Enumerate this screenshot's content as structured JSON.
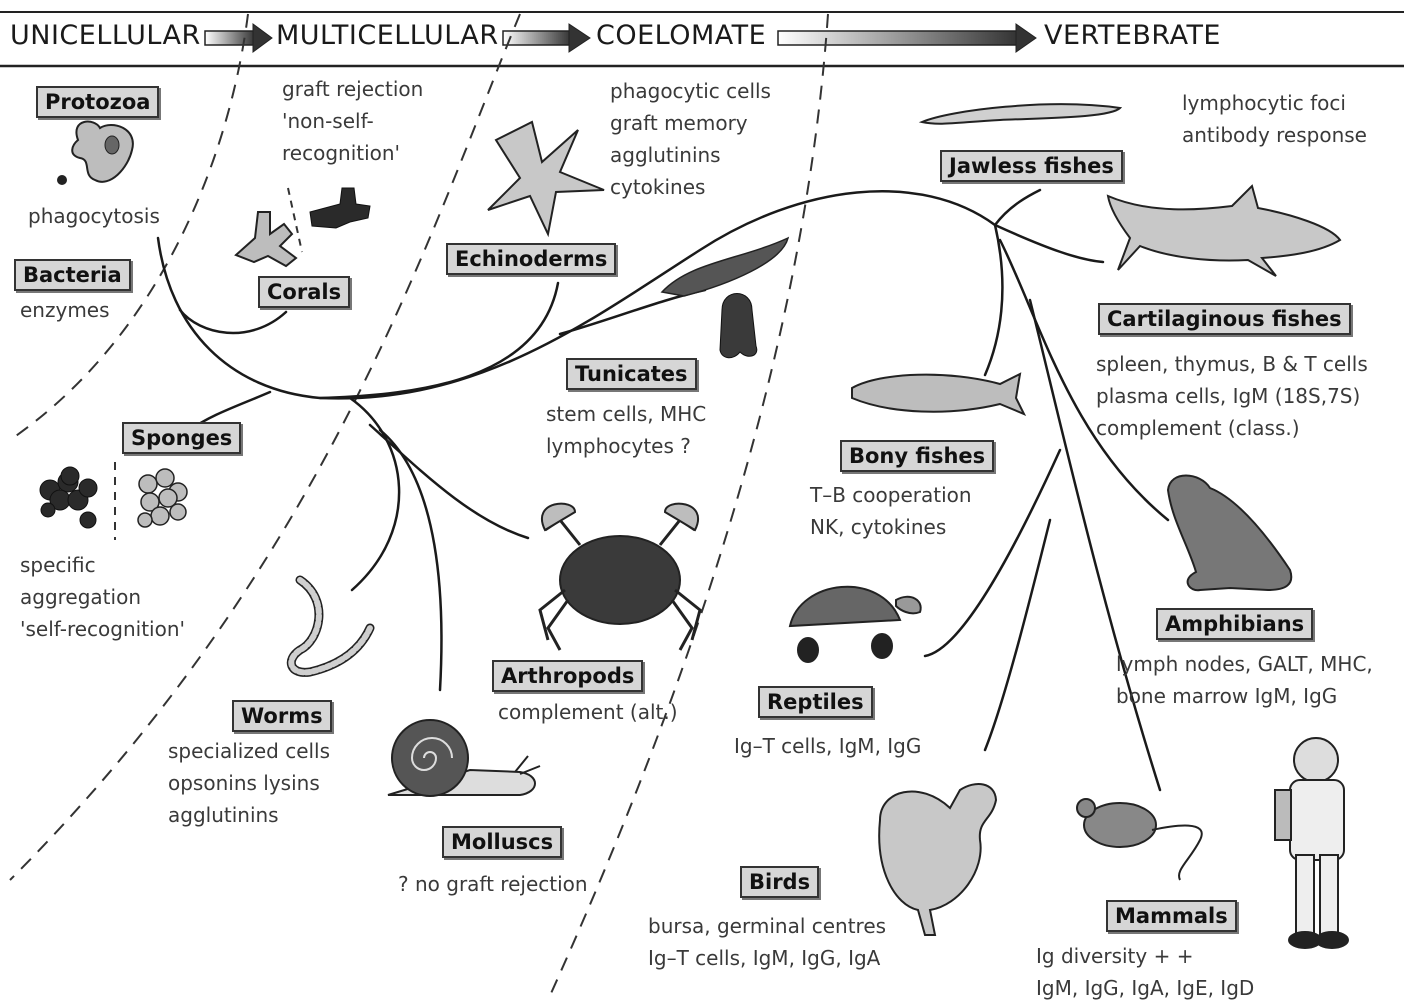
{
  "stages": [
    "UNICELLULAR",
    "MULTICELLULAR",
    "COELOMATE",
    "VERTEBRATE"
  ],
  "groups": {
    "protozoa": "Protozoa",
    "bacteria": "Bacteria",
    "sponges": "Sponges",
    "corals": "Corals",
    "worms": "Worms",
    "molluscs": "Molluscs",
    "echinoderms": "Echinoderms",
    "tunicates": "Tunicates",
    "arthropods": "Arthropods",
    "jawless": "Jawless fishes",
    "cartilaginous": "Cartilaginous fishes",
    "bony": "Bony fishes",
    "amphibians": "Amphibians",
    "reptiles": "Reptiles",
    "birds": "Birds",
    "mammals": "Mammals"
  },
  "notes": {
    "protozoa": [
      "phagocytosis"
    ],
    "bacteria": [
      "enzymes"
    ],
    "sponges": [
      "specific",
      "aggregation",
      "'self-recognition'"
    ],
    "corals": [
      "graft rejection",
      "'non-self-",
      "recognition'"
    ],
    "worms": [
      "specialized cells",
      "opsonins lysins",
      "agglutinins"
    ],
    "molluscs": [
      "? no graft rejection"
    ],
    "echinoderms": [
      "phagocytic cells",
      "graft memory",
      "agglutinins",
      "cytokines"
    ],
    "tunicates": [
      "stem cells, MHC",
      "lymphocytes ?"
    ],
    "arthropods": [
      "complement (alt.)"
    ],
    "jawless": [
      "lymphocytic foci",
      "antibody response"
    ],
    "cartilaginous": [
      "spleen, thymus, B & T cells",
      "plasma cells, IgM (18S,7S)",
      "complement (class.)"
    ],
    "bony": [
      "T–B cooperation",
      "NK, cytokines"
    ],
    "amphibians": [
      "lymph nodes, GALT, MHC,",
      "bone marrow IgM, IgG"
    ],
    "reptiles": [
      "Ig–T cells, IgM, IgG"
    ],
    "birds": [
      "bursa, germinal centres",
      "Ig–T cells, IgM, IgG, IgA"
    ],
    "mammals": [
      "Ig diversity + +",
      "IgM, IgG, IgA, IgE, IgD"
    ]
  },
  "colors": {
    "ink": "#1a1a1a",
    "box_fill": "#d6d6d6",
    "dark_animal": "#3a3a3a",
    "light_animal": "#bdbdbd"
  }
}
